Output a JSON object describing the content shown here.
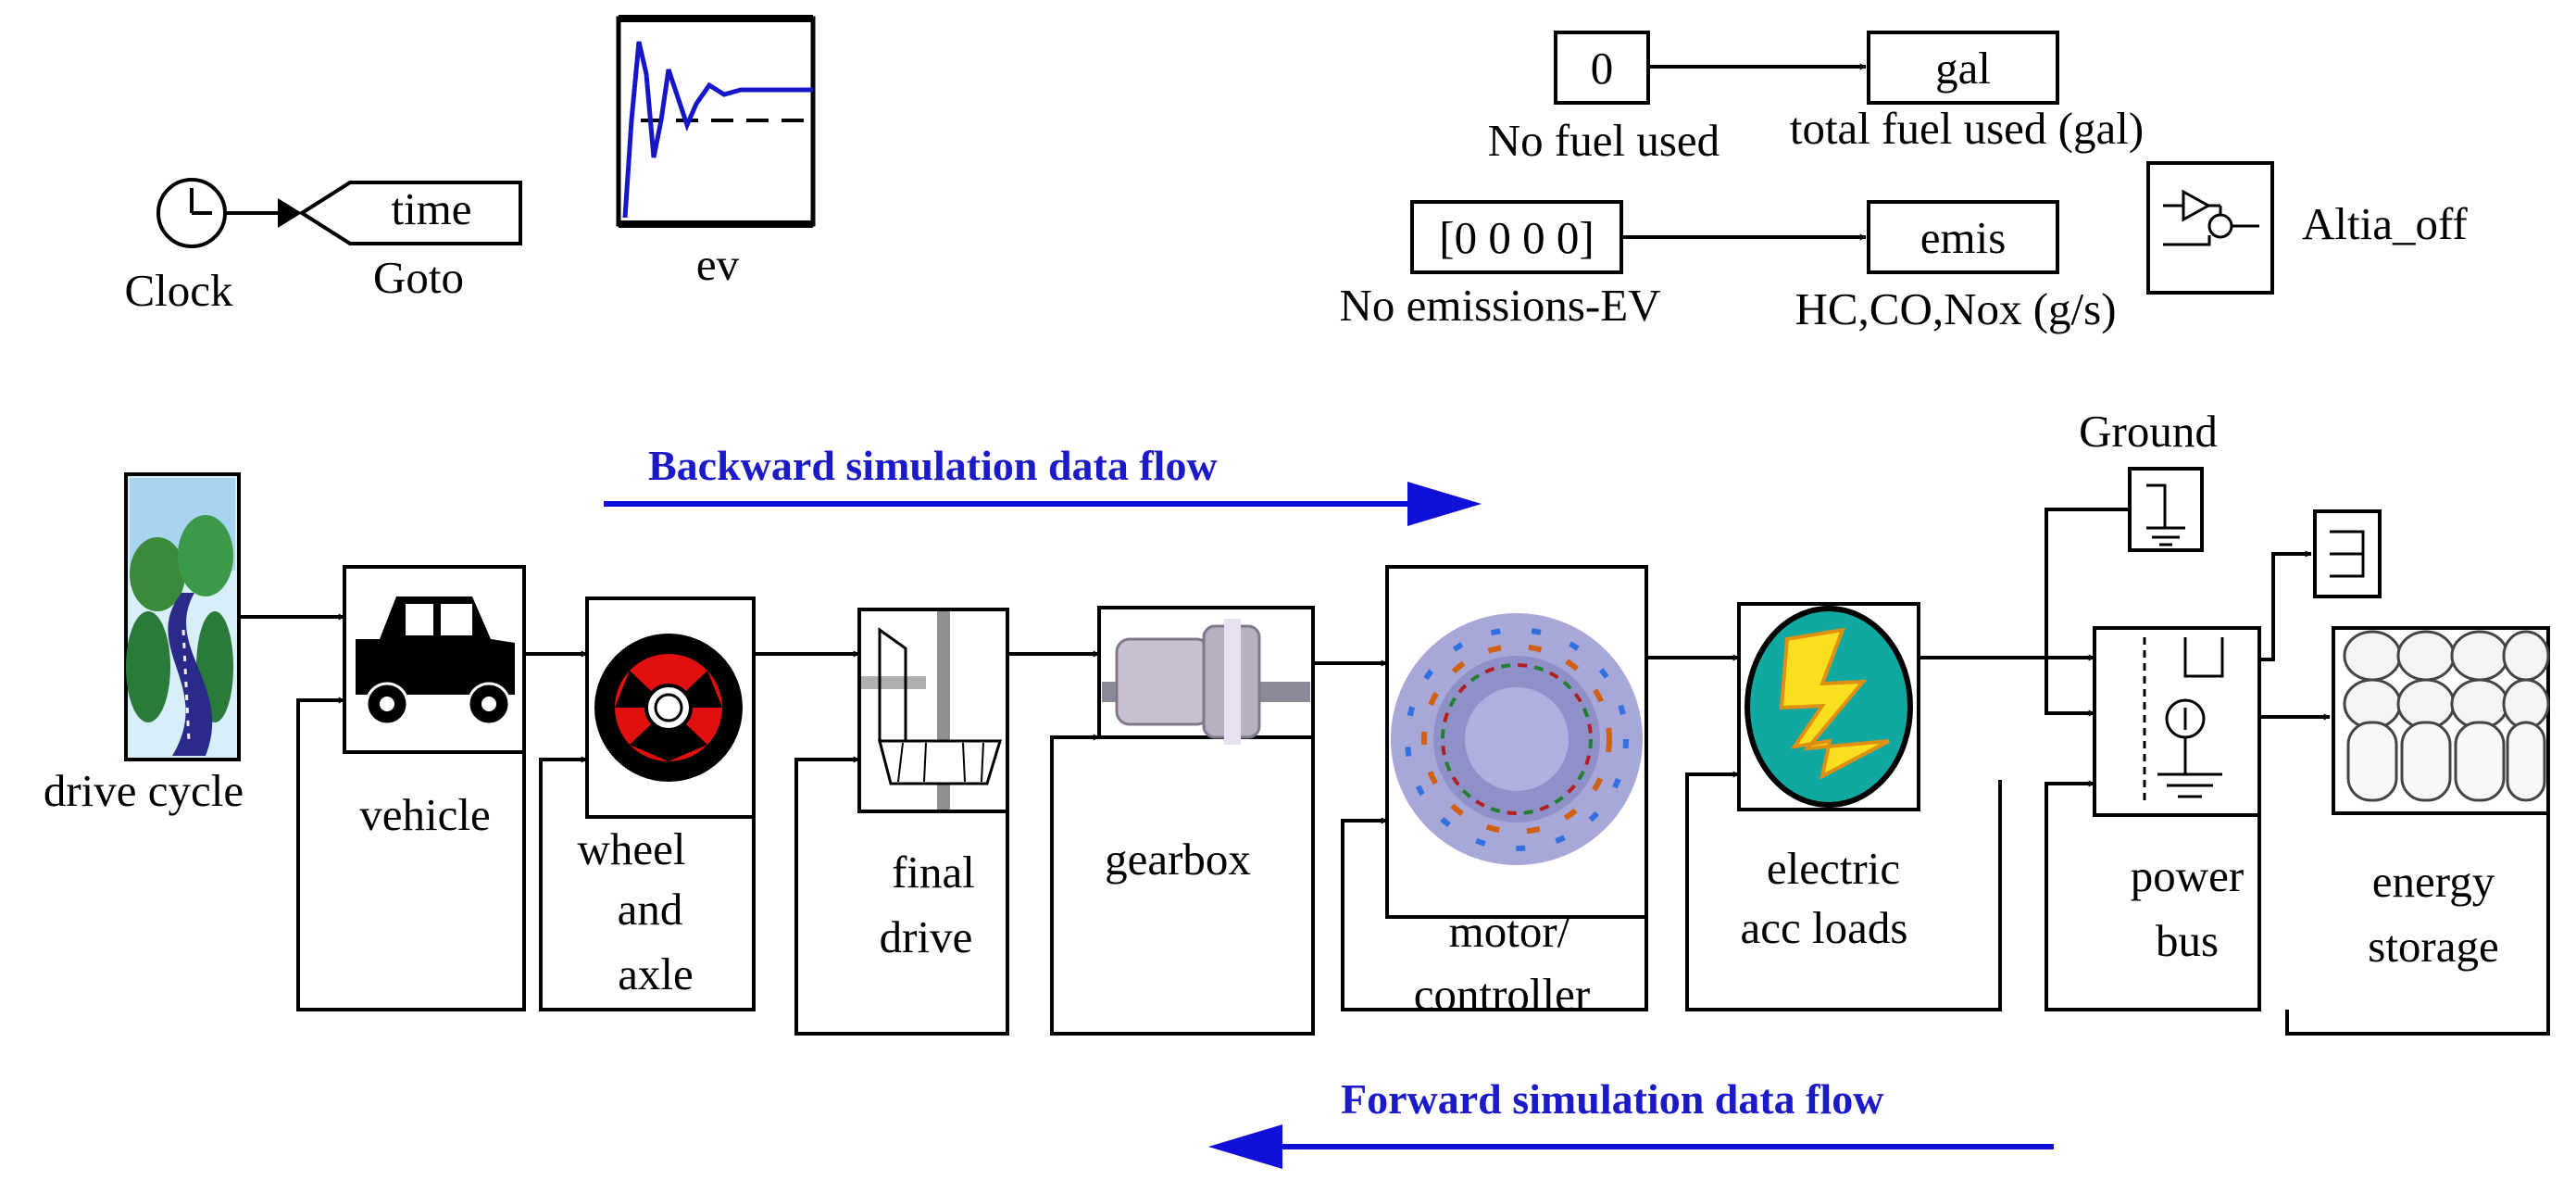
{
  "top_blocks": {
    "clock": "Clock",
    "goto_tag": "time",
    "goto": "Goto",
    "scope": "ev",
    "const_fuel_value": "0",
    "const_fuel_label": "No fuel used",
    "fuel_goto_tag": "gal",
    "fuel_goto_label": "total fuel used (gal)",
    "const_emis_value": "[0 0 0 0]",
    "const_emis_label": "No emissions-EV",
    "emis_goto_tag": "emis",
    "emis_goto_label": "HC,CO,Nox (g/s)",
    "altia": "Altia_off"
  },
  "flows": {
    "backward": "Backward simulation data flow",
    "forward": "Forward simulation data flow"
  },
  "chain": {
    "drive_cycle": "drive cycle",
    "vehicle": "vehicle",
    "wheel_axle": [
      "wheel",
      "and",
      "axle"
    ],
    "final_drive": [
      "final",
      "drive"
    ],
    "gearbox": "gearbox",
    "motor": [
      "motor/",
      "controller"
    ],
    "acc_loads": [
      "electric",
      "acc loads"
    ],
    "ground": "Ground",
    "power_bus": [
      "power",
      "bus"
    ],
    "energy_storage": [
      "energy",
      "storage"
    ]
  },
  "colors": {
    "flow_text": "#1a1ac8",
    "flow_arrow": "#1010d8",
    "scope_trace": "#1616c8",
    "wheel_red": "#e01010",
    "motor_lavender": "#a8a8d8",
    "acc_teal": "#10a8a0",
    "bolt_yellow": "#f8e020"
  }
}
